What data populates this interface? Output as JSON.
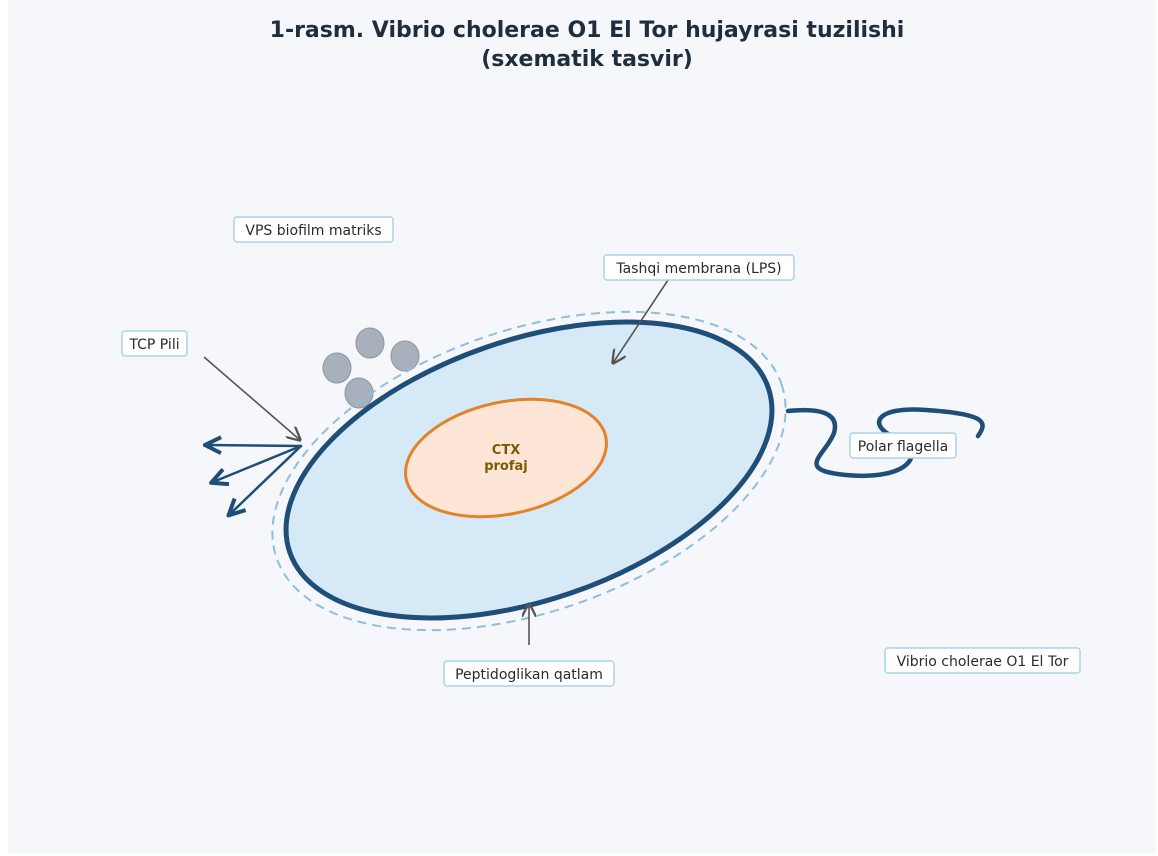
{
  "figure": {
    "title_line1": "1-rasm. Vibrio cholerae O1 El Tor hujayrasi tuzilishi",
    "title_line2": "(sxematik tasvir)"
  },
  "labels": {
    "vps": "VPS biofilm matriks",
    "outer_membrane": "Tashqi membrana (LPS)",
    "tcp_pili": "TCP Pili",
    "polar_flagella": "Polar flagella",
    "peptidoglycan": "Peptidoglikan qatlam",
    "species": "Vibrio cholerae O1 El Tor"
  },
  "prophage": {
    "line1": "CTX",
    "line2": "profaj"
  },
  "colors": {
    "background": "#f5f7fa",
    "title": "#1f2d3d",
    "cell_fill": "#d6e9f6",
    "cell_stroke": "#1f4e79",
    "capsule_dashed": "#8fbfdd",
    "prophage_fill": "#fde6d6",
    "prophage_stroke": "#e2832b",
    "prophage_text": "#7a5a00",
    "vps_granule": "#a8b0bb",
    "label_border": "#a9d3ee",
    "arrow": "#555555"
  }
}
